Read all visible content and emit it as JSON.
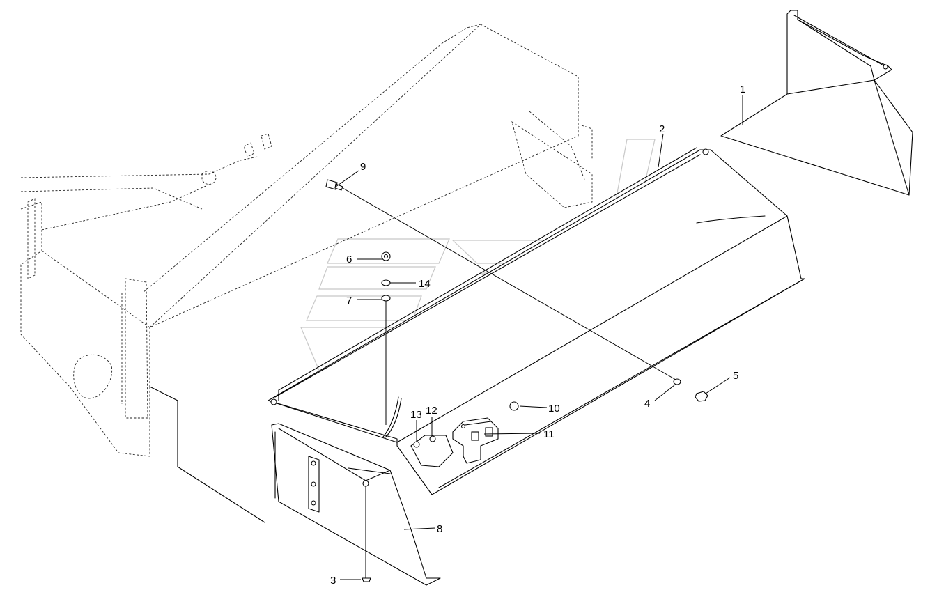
{
  "diagram": {
    "callouts": [
      {
        "id": "c1",
        "label": "1"
      },
      {
        "id": "c2",
        "label": "2"
      },
      {
        "id": "c3",
        "label": "3"
      },
      {
        "id": "c4",
        "label": "4"
      },
      {
        "id": "c5",
        "label": "5"
      },
      {
        "id": "c6",
        "label": "6"
      },
      {
        "id": "c7",
        "label": "7"
      },
      {
        "id": "c8",
        "label": "8"
      },
      {
        "id": "c9",
        "label": "9"
      },
      {
        "id": "c10",
        "label": "10"
      },
      {
        "id": "c11",
        "label": "11"
      },
      {
        "id": "c12",
        "label": "12"
      },
      {
        "id": "c13",
        "label": "13"
      },
      {
        "id": "c14",
        "label": "14"
      }
    ],
    "line_color": "#000000",
    "watermark_color": "#9a9a9a"
  }
}
